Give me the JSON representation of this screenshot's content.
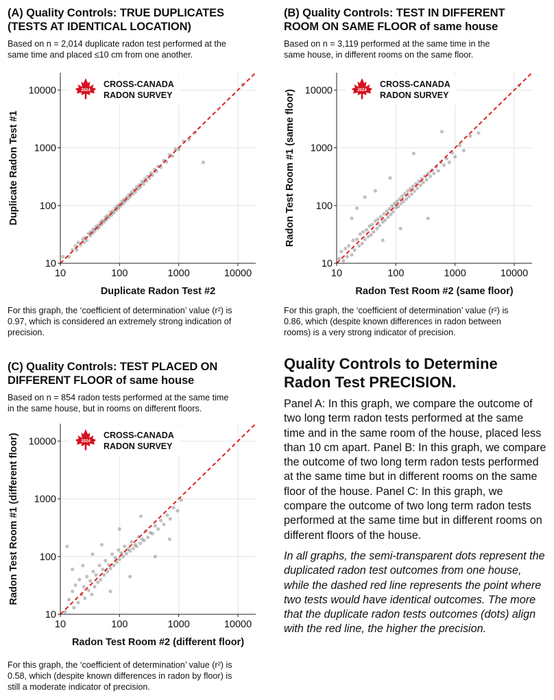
{
  "panels": [
    {
      "title_line1": "(A) Quality Controls: TRUE DUPLICATES",
      "title_line2": "(TESTS AT IDENTICAL LOCATION)",
      "desc_line1": "Based on n = 2,014 duplicate radon test performed at the",
      "desc_line2": "same time and placed ≤10 cm from one another.",
      "foot_line1": "For this graph, the ‘coefficient of determination’ value (r²) is",
      "foot_line2": "0.97, which is considered an extremely strong indication of",
      "foot_line3": "precision."
    },
    {
      "title_line1": "(B) Quality Controls: TEST IN DIFFERENT",
      "title_line2": "ROOM ON SAME FLOOR of same house",
      "desc_line1": "Based on n = 3,119 performed at the same time in the",
      "desc_line2": "same house, in different rooms on the same floor.",
      "foot_line1": "For this graph, the ‘coefficient of determination’ value (r²) is",
      "foot_line2": "0.86, which (despite known differences in radon between",
      "foot_line3": "rooms) is a very strong indicator of precision."
    },
    {
      "title_line1": "(C) Quality Controls: TEST PLACED ON",
      "title_line2": "DIFFERENT FLOOR of same house",
      "desc_line1": "Based on n = 854 radon tests performed at the same time",
      "desc_line2": "in the same house, but in rooms on different floors.",
      "foot_line1": "For this graph, the ‘coefficient of determination’ value (r²) is",
      "foot_line2": "0.58, which (despite known differences in radon by floor) is",
      "foot_line3": "still a moderate indicator of precision."
    }
  ],
  "logo": {
    "line1": "CROSS-CANADA",
    "line2": "RADON SURVEY",
    "year": "2024",
    "icon": "maple-leaf-icon",
    "color": "#d6111f"
  },
  "side": {
    "title_line1": "Quality Controls to Determine",
    "title_line2": "Radon Test PRECISION.",
    "body": "Panel A: In this graph, we compare the outcome of two long term radon tests performed at the same time and in the same room of the house, placed less than 10 cm apart. Panel B: In this graph, we compare the outcome of two long term radon tests performed at the same time but in different rooms on the same floor of the house. Panel C: In this graph, we compare the outcome of two long term radon tests performed at the same time but in different rooms on different floors of the house.",
    "note": "In all graphs, the semi-transparent dots represent the duplicated radon test outcomes from one house, while the dashed red line represents the point where two tests would have identical outcomes. The more that the duplicate radon tests outcomes (dots) align with the red line, the higher the precision."
  },
  "chart_data": [
    {
      "type": "scatter",
      "xlabel": "Duplicate Radon Test #2",
      "ylabel": "Duplicate Radon Test #1",
      "xscale": "log",
      "yscale": "log",
      "xlim": [
        10,
        20000
      ],
      "ylim": [
        10,
        20000
      ],
      "xticks": [
        "10",
        "100",
        "1000",
        "10000"
      ],
      "yticks": [
        "10",
        "100",
        "1000",
        "10000"
      ],
      "grid": true,
      "n": 2014,
      "r2": 0.97,
      "identity_line": {
        "style": "dashed",
        "color": "#e0201f"
      },
      "point_color": "#222222",
      "x": [
        11,
        14,
        16,
        18,
        19,
        20,
        22,
        24,
        25,
        26,
        28,
        30,
        32,
        33,
        35,
        36,
        38,
        40,
        42,
        44,
        45,
        48,
        50,
        52,
        55,
        58,
        60,
        63,
        66,
        70,
        73,
        76,
        80,
        84,
        88,
        92,
        96,
        100,
        105,
        110,
        115,
        120,
        126,
        132,
        138,
        145,
        152,
        160,
        168,
        176,
        185,
        195,
        205,
        215,
        225,
        240,
        255,
        270,
        285,
        300,
        320,
        340,
        360,
        390,
        420,
        450,
        500,
        560,
        620,
        700,
        780,
        880,
        1000,
        1200,
        1500,
        1900,
        2600,
        12000
      ],
      "y": [
        13,
        13,
        17,
        20,
        17,
        23,
        21,
        26,
        23,
        28,
        25,
        33,
        30,
        35,
        33,
        39,
        36,
        43,
        40,
        46,
        42,
        52,
        47,
        55,
        52,
        63,
        57,
        67,
        62,
        76,
        68,
        80,
        75,
        90,
        83,
        98,
        90,
        105,
        99,
        118,
        108,
        128,
        118,
        140,
        130,
        155,
        142,
        170,
        158,
        188,
        172,
        210,
        192,
        228,
        210,
        260,
        235,
        290,
        265,
        320,
        300,
        365,
        335,
        420,
        390,
        480,
        460,
        600,
        570,
        760,
        720,
        950,
        940,
        1300,
        1400,
        1850,
        560,
        12500
      ]
    },
    {
      "type": "scatter",
      "xlabel": "Radon Test Room #2 (same floor)",
      "ylabel": "Radon Test Room #1 (same floor)",
      "xscale": "log",
      "yscale": "log",
      "xlim": [
        10,
        20000
      ],
      "ylim": [
        10,
        20000
      ],
      "xticks": [
        "10",
        "100",
        "1000",
        "10000"
      ],
      "yticks": [
        "10",
        "100",
        "1000",
        "10000"
      ],
      "grid": true,
      "n": 3119,
      "r2": 0.86,
      "identity_line": {
        "style": "dashed",
        "color": "#e0201f"
      },
      "point_color": "#222222",
      "x": [
        11,
        12,
        13,
        14,
        15,
        16,
        18,
        19,
        20,
        22,
        24,
        25,
        27,
        28,
        30,
        32,
        34,
        36,
        38,
        40,
        42,
        45,
        48,
        50,
        53,
        56,
        60,
        63,
        66,
        70,
        74,
        78,
        82,
        86,
        90,
        95,
        100,
        105,
        110,
        116,
        122,
        128,
        135,
        142,
        150,
        158,
        166,
        175,
        185,
        195,
        205,
        218,
        230,
        245,
        260,
        275,
        290,
        310,
        330,
        350,
        380,
        410,
        440,
        480,
        520,
        580,
        650,
        720,
        800,
        900,
        1000,
        1200,
        1400,
        1800,
        2500,
        12000,
        18,
        22,
        30,
        45,
        60,
        80,
        120,
        200,
        350,
        600
      ],
      "y": [
        12,
        16,
        11,
        18,
        13,
        20,
        14,
        25,
        17,
        26,
        20,
        32,
        22,
        35,
        26,
        38,
        29,
        44,
        31,
        47,
        35,
        54,
        40,
        58,
        45,
        64,
        52,
        72,
        56,
        80,
        63,
        88,
        70,
        98,
        78,
        108,
        92,
        118,
        96,
        130,
        108,
        145,
        118,
        160,
        130,
        178,
        144,
        195,
        158,
        215,
        178,
        238,
        200,
        262,
        225,
        290,
        250,
        325,
        280,
        360,
        320,
        410,
        360,
        470,
        400,
        560,
        500,
        650,
        560,
        820,
        700,
        1100,
        900,
        1600,
        1800,
        12000,
        60,
        90,
        140,
        180,
        25,
        300,
        40,
        800,
        60,
        1900
      ]
    },
    {
      "type": "scatter",
      "xlabel": "Radon Test Room #2 (different floor)",
      "ylabel": "Radon Test Room #1 (different floor)",
      "xscale": "log",
      "yscale": "log",
      "xlim": [
        10,
        20000
      ],
      "ylim": [
        10,
        20000
      ],
      "xticks": [
        "10",
        "100",
        "1000",
        "10000"
      ],
      "yticks": [
        "10",
        "100",
        "1000",
        "10000"
      ],
      "grid": true,
      "n": 854,
      "r2": 0.58,
      "identity_line": {
        "style": "dashed",
        "color": "#e0201f"
      },
      "point_color": "#222222",
      "x": [
        12,
        13,
        14,
        16,
        17,
        18,
        20,
        21,
        23,
        25,
        26,
        28,
        30,
        32,
        34,
        36,
        38,
        40,
        43,
        46,
        48,
        52,
        55,
        58,
        62,
        66,
        70,
        75,
        80,
        85,
        90,
        96,
        100,
        108,
        115,
        122,
        130,
        140,
        150,
        160,
        170,
        182,
        195,
        210,
        225,
        240,
        260,
        280,
        300,
        330,
        360,
        400,
        450,
        500,
        560,
        640,
        720,
        820,
        950,
        1100,
        16,
        24,
        35,
        50,
        70,
        100,
        150,
        230,
        400,
        700
      ],
      "y": [
        11,
        150,
        18,
        25,
        13,
        32,
        16,
        40,
        22,
        30,
        19,
        45,
        26,
        38,
        22,
        55,
        30,
        48,
        36,
        70,
        40,
        60,
        48,
        85,
        55,
        72,
        62,
        110,
        70,
        95,
        80,
        130,
        90,
        115,
        100,
        150,
        112,
        135,
        125,
        180,
        138,
        160,
        150,
        220,
        170,
        200,
        190,
        280,
        215,
        260,
        250,
        340,
        300,
        420,
        360,
        520,
        450,
        700,
        620,
        950,
        60,
        70,
        110,
        160,
        25,
        300,
        45,
        500,
        100,
        200
      ]
    }
  ]
}
